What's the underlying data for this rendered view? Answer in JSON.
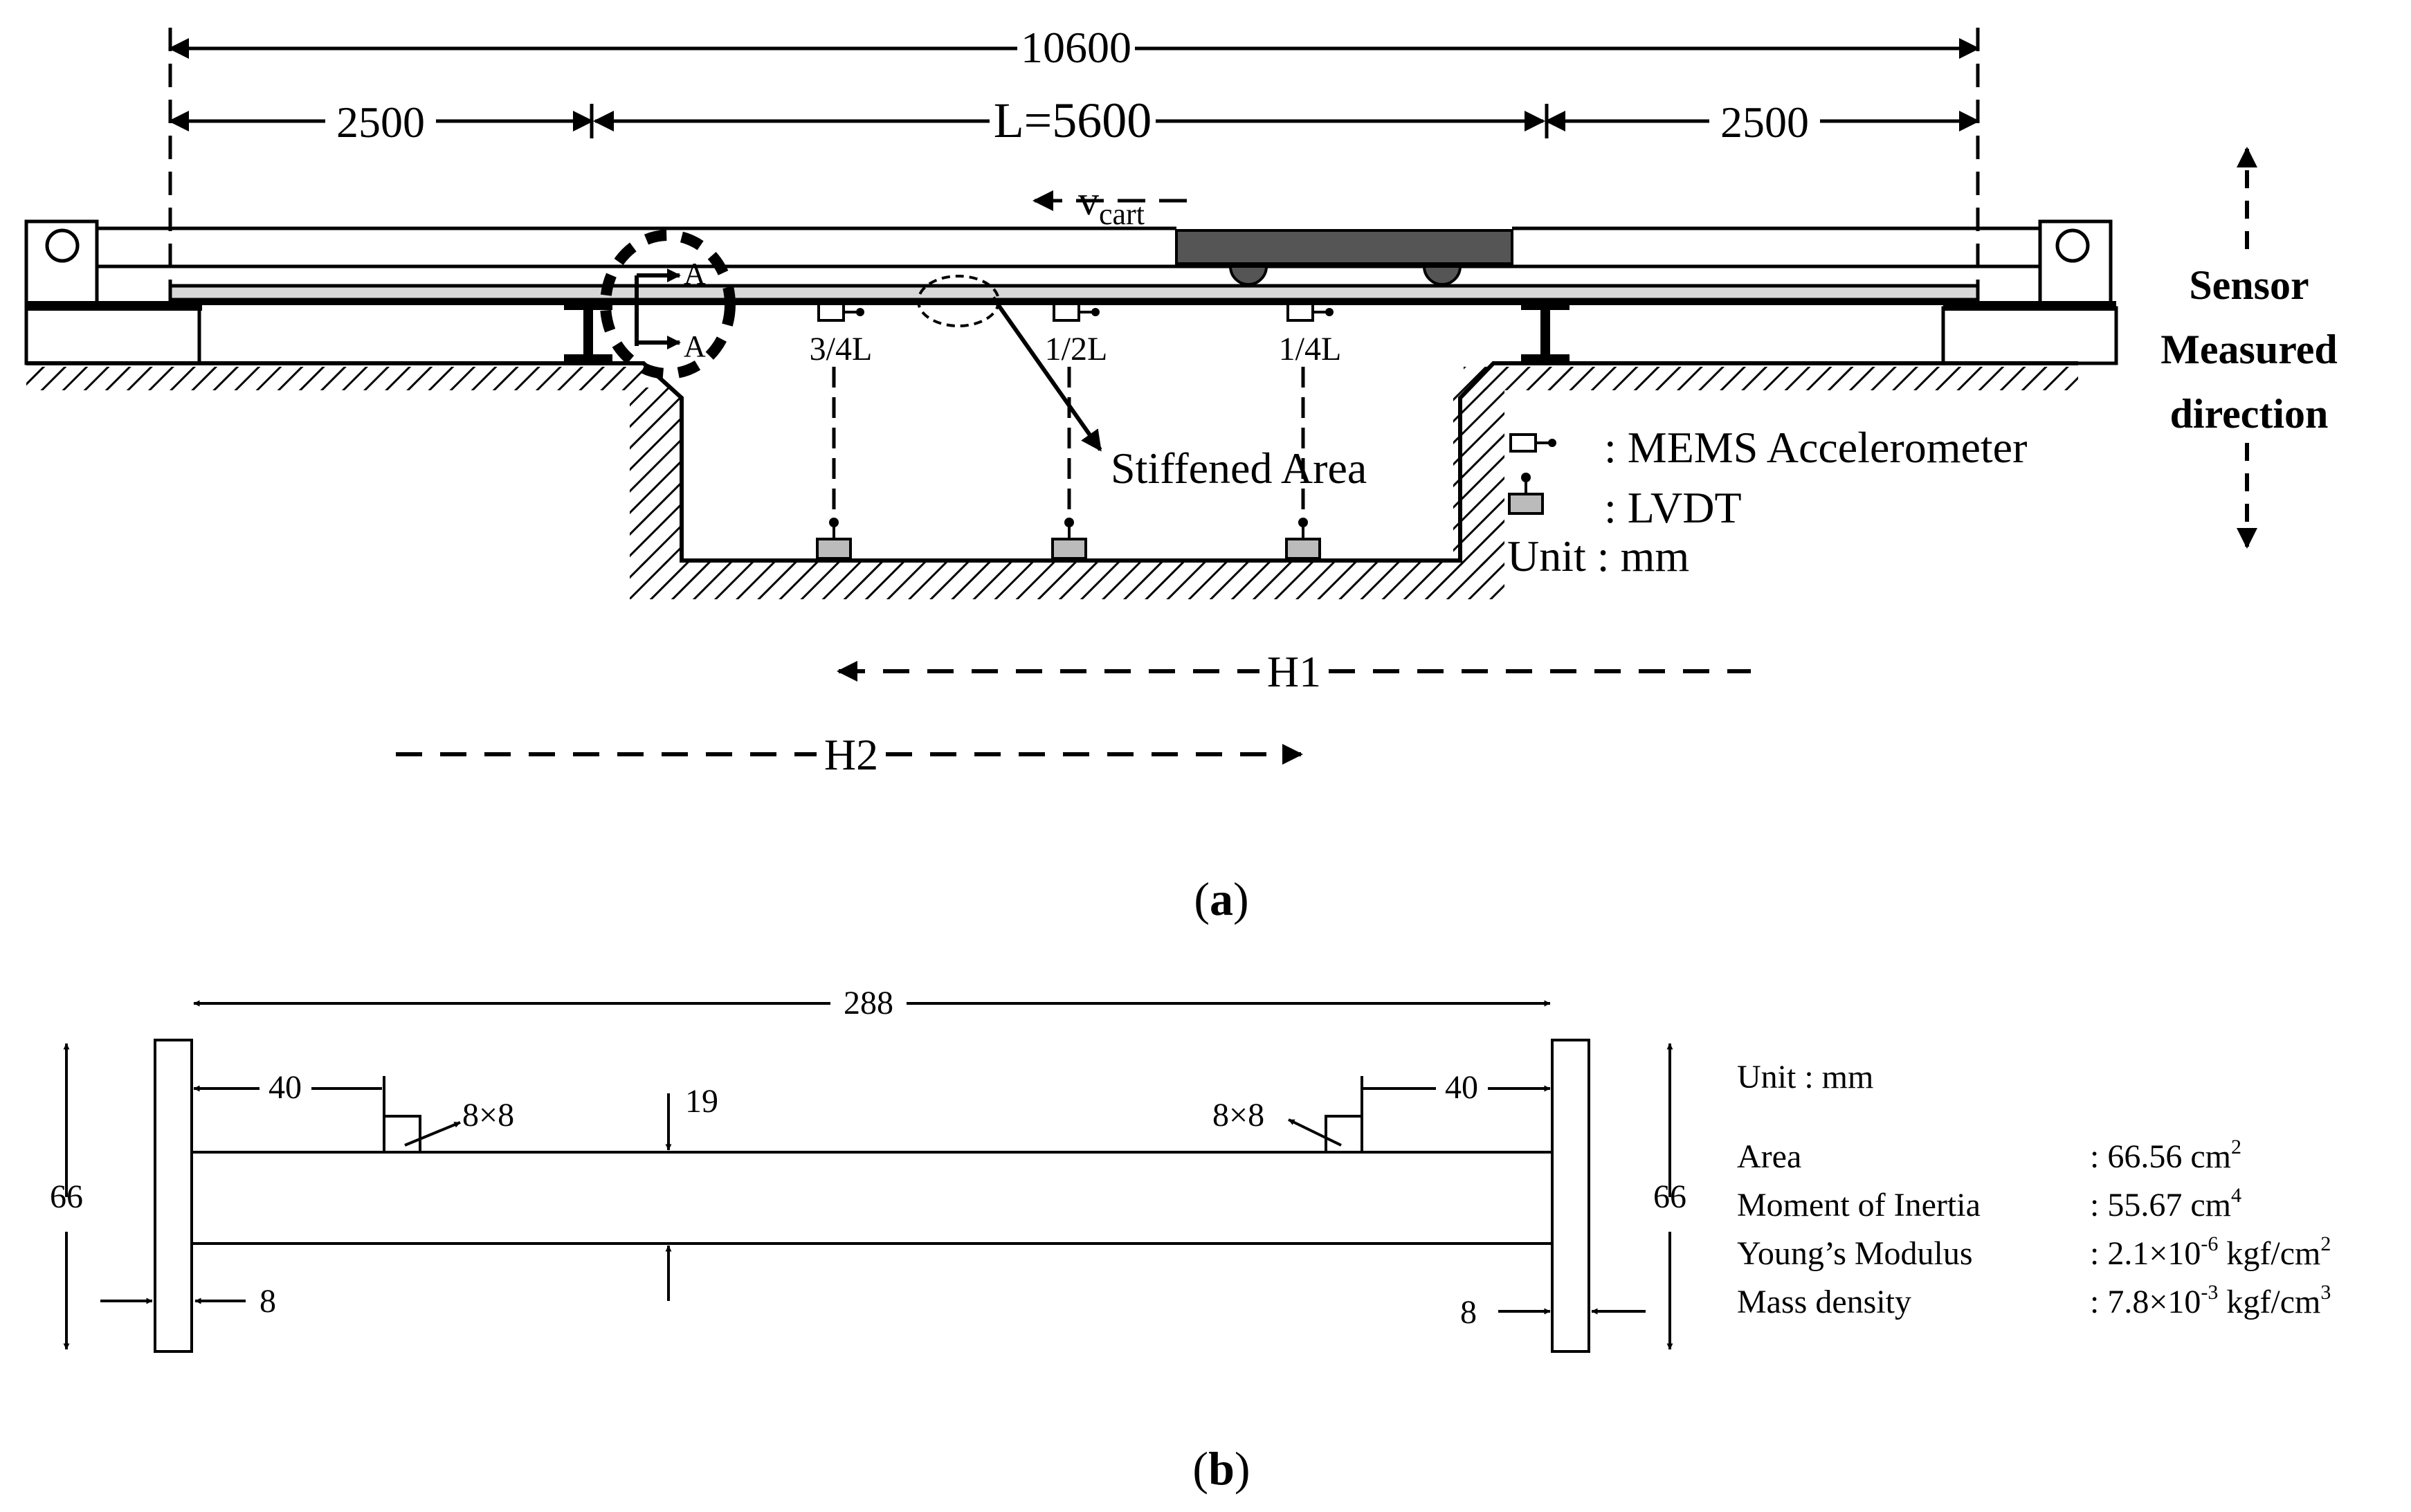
{
  "panel_a": {
    "caption_open": "(",
    "caption_letter": "a",
    "caption_close": ")",
    "dims": {
      "total": "10600",
      "left": "2500",
      "span": "L=5600",
      "right": "2500"
    },
    "cart_v": "v",
    "cart_sub": "cart",
    "section_mark": "A",
    "sensor_positions": [
      "3/4L",
      "1/2L",
      "1/4L"
    ],
    "stiffened_label": "Stiffened Area",
    "legend": {
      "accelerometer": ": MEMS Accelerometer",
      "lvdt": ": LVDT",
      "unit": "Unit : mm"
    },
    "direction_lines": [
      "Sensor",
      "Measured",
      "direction"
    ],
    "paths": {
      "h1": "H1",
      "h2": "H2"
    }
  },
  "panel_b": {
    "caption_open": "(",
    "caption_letter": "b",
    "caption_close": ")",
    "dims": {
      "width": "288",
      "flange_height": "66",
      "flange_thickness": "8",
      "stiffener_offset": "40",
      "stiffener_size": "8×8",
      "web_depth": "19"
    },
    "unit": "Unit : mm",
    "properties": [
      {
        "name": "Area",
        "value": ": 66.56 cm",
        "sup": "2"
      },
      {
        "name": "Moment of Inertia",
        "value": ": 55.67 cm",
        "sup": "4"
      },
      {
        "name": "Young’s Modulus",
        "value": ": 2.1×10",
        "sup": "-6",
        "value2": " kgf/cm",
        "sup2": "2"
      },
      {
        "name": "Mass density",
        "value": ": 7.8×10",
        "sup": "-3",
        "value2": " kgf/cm",
        "sup2": "3"
      }
    ]
  },
  "colors": {
    "cart": "#555555",
    "lvdt_fill": "#bbbbbb",
    "rail_fill": "#d8d8d8",
    "ink": "#000000"
  }
}
